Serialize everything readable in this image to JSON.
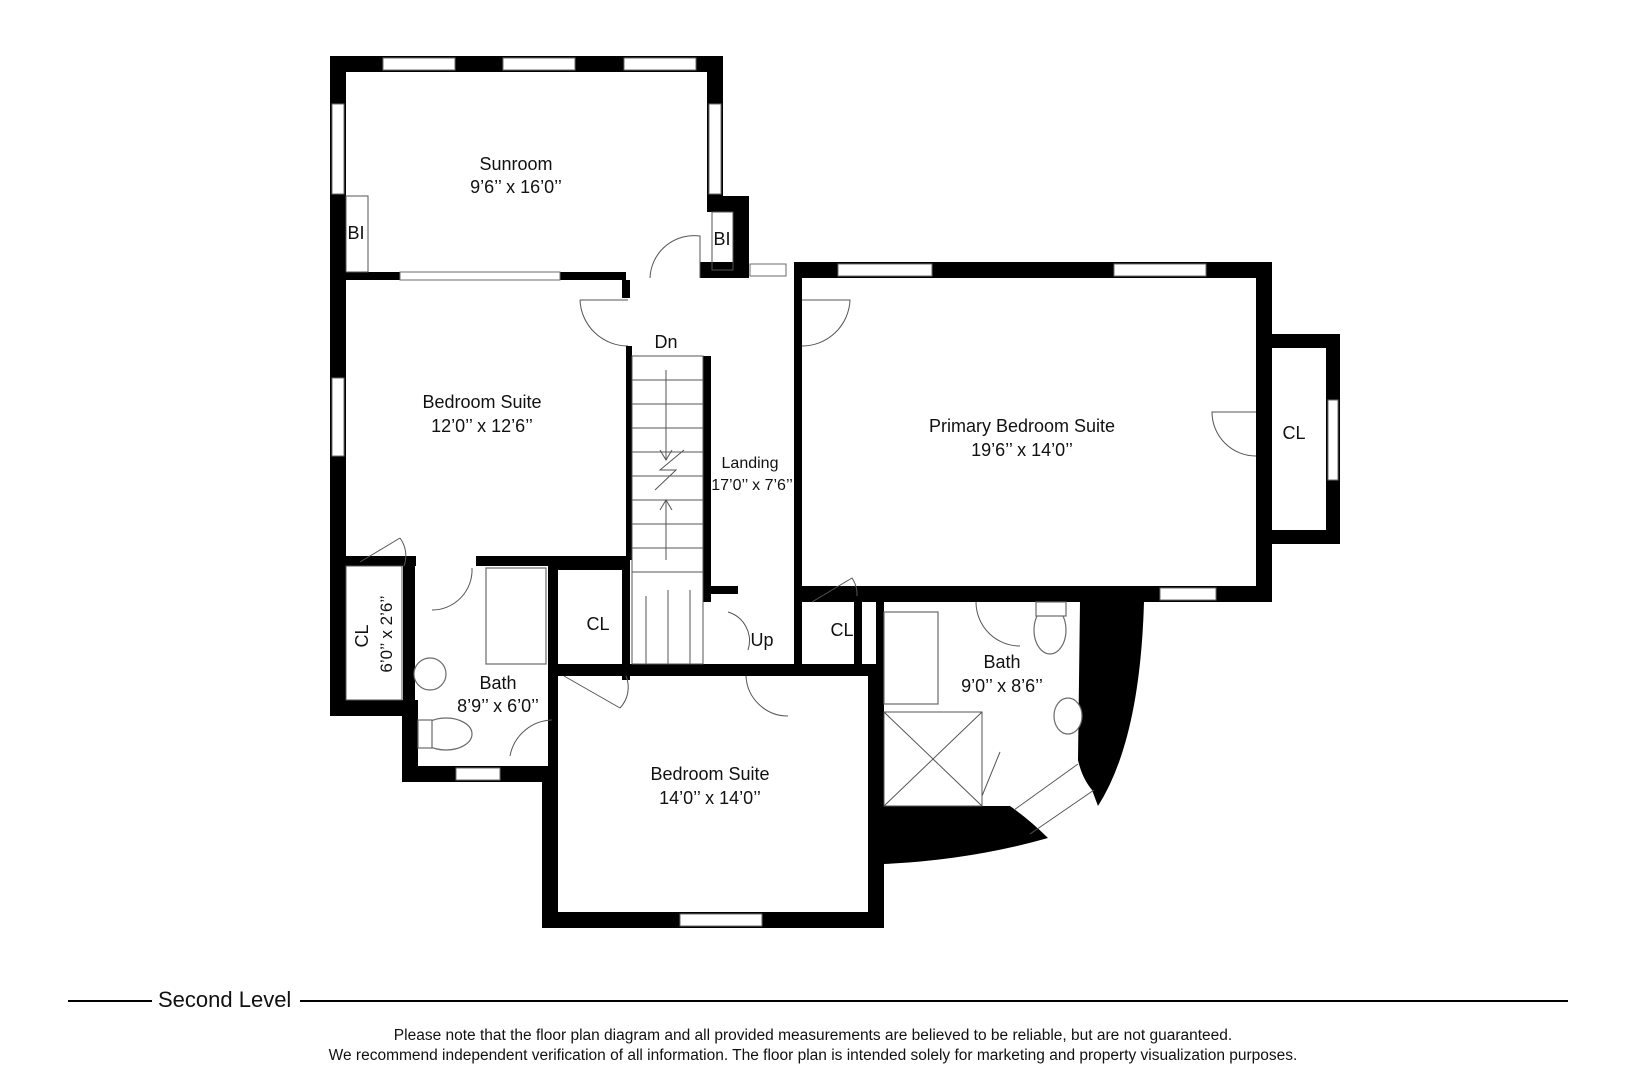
{
  "level_title": "Second Level",
  "disclaimer": {
    "line1": "Please note that the floor plan diagram and all provided measurements are believed to be reliable, but are not guaranteed.",
    "line2": "We recommend independent verification of all information. The floor plan is intended solely for marketing and property visualization purposes."
  },
  "rooms": {
    "sunroom": {
      "name": "Sunroom",
      "dim": "9’6’’ x 16’0’’"
    },
    "bedroom_left": {
      "name": "Bedroom Suite",
      "dim": "12’0’’ x 12’6’’"
    },
    "landing": {
      "name": "Landing",
      "dim": "17’0’’ x 7’6’’"
    },
    "primary": {
      "name": "Primary Bedroom Suite",
      "dim": "19’6’’ x 14’0’’"
    },
    "bath_left": {
      "name": "Bath",
      "dim": "8’9’’ x 6’0’’"
    },
    "bath_right": {
      "name": "Bath",
      "dim": "9’0’’ x 8’6’’"
    },
    "bedroom_bottom": {
      "name": "Bedroom Suite",
      "dim": "14’0’’ x 14’0’’"
    },
    "closet_left": {
      "name": "CL",
      "dim": "6’0’’ x 2’6’’"
    }
  },
  "labels": {
    "bi_left": "BI",
    "bi_right": "BI",
    "dn": "Dn",
    "up": "Up",
    "cl_center": "CL",
    "cl_right_bath": "CL",
    "cl_primary": "CL"
  }
}
